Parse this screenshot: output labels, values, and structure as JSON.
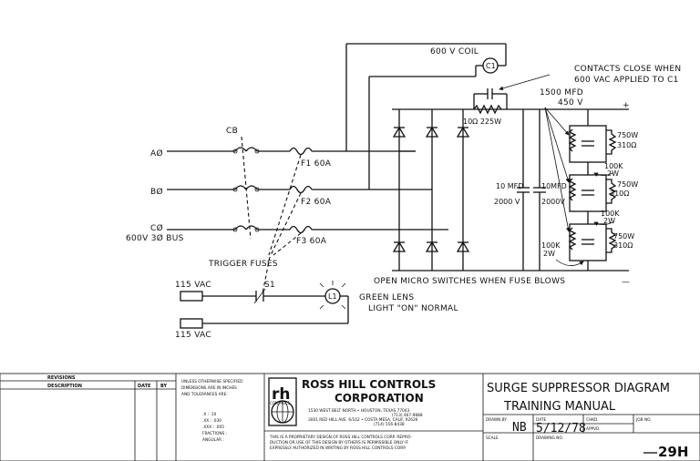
{
  "labels": {
    "coil": "600 V COIL",
    "c1": "C1",
    "contacts_note_1": "CONTACTS CLOSE WHEN",
    "contacts_note_2": "600 VAC APPLIED TO C1",
    "cap_1500_1": "1500 MFD",
    "cap_1500_2": "450 V",
    "plus": "+",
    "minus": "—",
    "resistor_10": "10Ω 225W",
    "cb": "CB",
    "phase_a": "AØ",
    "phase_b": "BØ",
    "phase_c": "CØ",
    "bus": "600V 3Ø BUS",
    "f1": "F1 60A",
    "f2": "F2 60A",
    "f3": "F3 60A",
    "trigger": "TRIGGER FUSES",
    "cap10_left_1": "10 MFD",
    "cap10_left_2": "2000 V",
    "cap10_right_1": "10MFD",
    "cap10_right_2": "2000V",
    "r750_1": "750W",
    "r750_2": "310Ω",
    "r100k_1": "100K",
    "r100k_2": "2W",
    "micro_switches": "OPEN MICRO SWITCHES WHEN FUSE BLOWS",
    "vac_top": "115 VAC",
    "vac_bottom": "115 VAC",
    "s1": "S1",
    "l1": "L1",
    "green_lens_1": "GREEN LENS",
    "green_lens_2": "LIGHT \"ON\" NORMAL"
  },
  "title_block": {
    "revisions": "REVISIONS",
    "description": "DESCRIPTION",
    "date": "DATE",
    "by": "BY",
    "tolerances": [
      "UNLESS OTHERWISE SPECIFIED",
      "DIMENSIONS ARE IN INCHES",
      "AND TOLERANCES ARE:"
    ],
    "tol_values": [
      ".X : .10",
      ".XX : .030",
      ".XXX : .005",
      "FRACTIONS :",
      "ANGULAR :"
    ],
    "company_1": "ROSS HILL CONTROLS",
    "company_2": "CORPORATION",
    "logo_text": "rh",
    "logo_sub": "CONTROLS",
    "address_1": "1530 WEST BELT NORTH  •  HOUSTON, TEXAS 77043",
    "phone_1": "(713) 467-9888",
    "address_2": "3001 RED HILL AVE. 6/102  •  COSTA MESA, CALIF. 92626",
    "phone_2": "(714) 556-8438",
    "proprietary_1": "THIS IS A PROPRIETARY DESIGN OF ROSS HILL CONTROLS CORP. REPRO-",
    "proprietary_2": "DUCTION OR USE OF THIS DESIGN BY OTHERS IS PERMISSIBLE ONLY IF",
    "proprietary_3": "EXPRESSLY AUTHORIZED IN WRITING BY ROSS HILL CONTROLS CORP.",
    "title_1": "SURGE SUPPRESSOR DIAGRAM",
    "title_2": "TRAINING MANUAL",
    "drawn_by_label": "DRAWN BY",
    "drawn_by": "NB",
    "date_label": "DATE",
    "date_value": "5/12/78",
    "chkd": "CHKD.",
    "appvd": "APPVD.",
    "job_no": "JOB NO.",
    "scale": "SCALE",
    "drawing_no": "DRAWING NO.",
    "sheet": "29H"
  }
}
